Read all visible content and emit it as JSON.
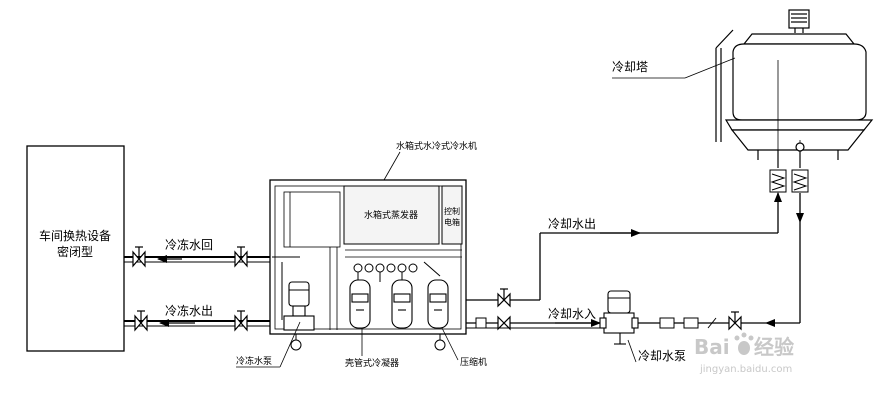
{
  "labels": {
    "workshop_equipment": "车间换热设备",
    "closed_type": "密闭型",
    "chilled_water_return": "冷冻水回",
    "chilled_water_out": "冷冻水出",
    "chiller_title": "水箱式水冷式冷水机",
    "evaporator": "水箱式蒸发器",
    "control_box_line1": "控制",
    "control_box_line2": "电箱",
    "chilled_water_pump": "冷冻水泵",
    "condenser": "壳管式冷凝器",
    "compressor": "压缩机",
    "cooling_tower": "冷却塔",
    "cooling_water_out": "冷却水出",
    "cooling_water_in": "冷却水入",
    "cooling_water_pump": "冷却水泵"
  },
  "watermark": {
    "brand_left": "Bai",
    "brand_right": "经验",
    "url": "jingyan.baidu.com"
  },
  "colors": {
    "line": "#000000",
    "panel_fill": "#f4f4f4",
    "watermark": "#c8c8c8"
  }
}
